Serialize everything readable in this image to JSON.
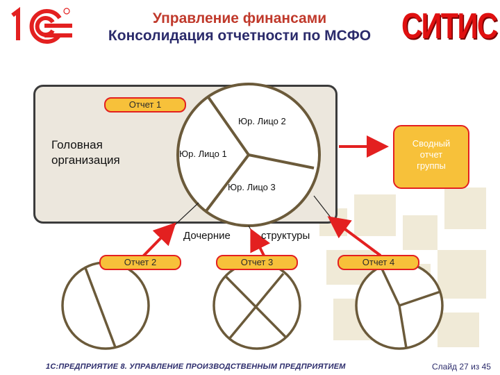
{
  "header": {
    "title_line1": "Управление финансами",
    "title_line2": "Консолидация отчетности по МСФО",
    "logo_left": "1С",
    "logo_right": "СИТИС"
  },
  "main_box": {
    "report_pill": "Отчет 1",
    "head_org": "Головная организация",
    "entity_2": "Юр. Лицо 2",
    "entity_1": "Юр. Лицо 1",
    "entity_3": "Юр. Лицо 3"
  },
  "summary": {
    "line1": "Сводный",
    "line2": "отчет",
    "line3": "группы"
  },
  "subsidiaries": {
    "label_left": "Дочерние",
    "label_right": "структуры",
    "report_2": "Отчет 2",
    "report_3": "Отчет 3",
    "report_4": "Отчет 4"
  },
  "footer": {
    "product": "1С:ПРЕДПРИЯТИЕ 8. УПРАВЛЕНИЕ ПРОИЗВОДСТВЕННЫМ ПРЕДПРИЯТИЕМ",
    "slide": "Слайд 27 из 45"
  },
  "colors": {
    "accent_red": "#e32020",
    "pill_fill": "#f7c13a",
    "box_fill": "#ece7dd",
    "title_blue": "#2b2b6b"
  }
}
